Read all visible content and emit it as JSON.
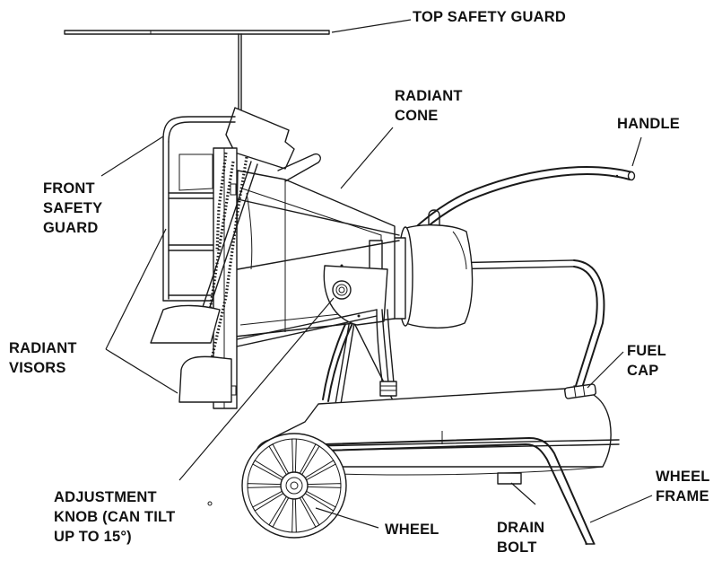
{
  "labels": {
    "top_safety_guard": [
      "TOP SAFETY GUARD"
    ],
    "radiant_cone": [
      "RADIANT",
      "CONE"
    ],
    "handle": [
      "HANDLE"
    ],
    "front_safety_guard": [
      "FRONT",
      "SAFETY",
      "GUARD"
    ],
    "radiant_visors": [
      "RADIANT",
      "VISORS"
    ],
    "fuel_cap": [
      "FUEL",
      "CAP"
    ],
    "wheel_frame": [
      "WHEEL",
      "FRAME"
    ],
    "adjustment_knob": [
      "ADJUSTMENT",
      "KNOB (CAN TILT",
      "UP TO 15°)"
    ],
    "wheel": [
      "WHEEL"
    ],
    "drain_bolt": [
      "DRAIN",
      "BOLT"
    ]
  },
  "colors": {
    "line": "#1a1a1a",
    "text": "#111111",
    "background": "#ffffff"
  }
}
